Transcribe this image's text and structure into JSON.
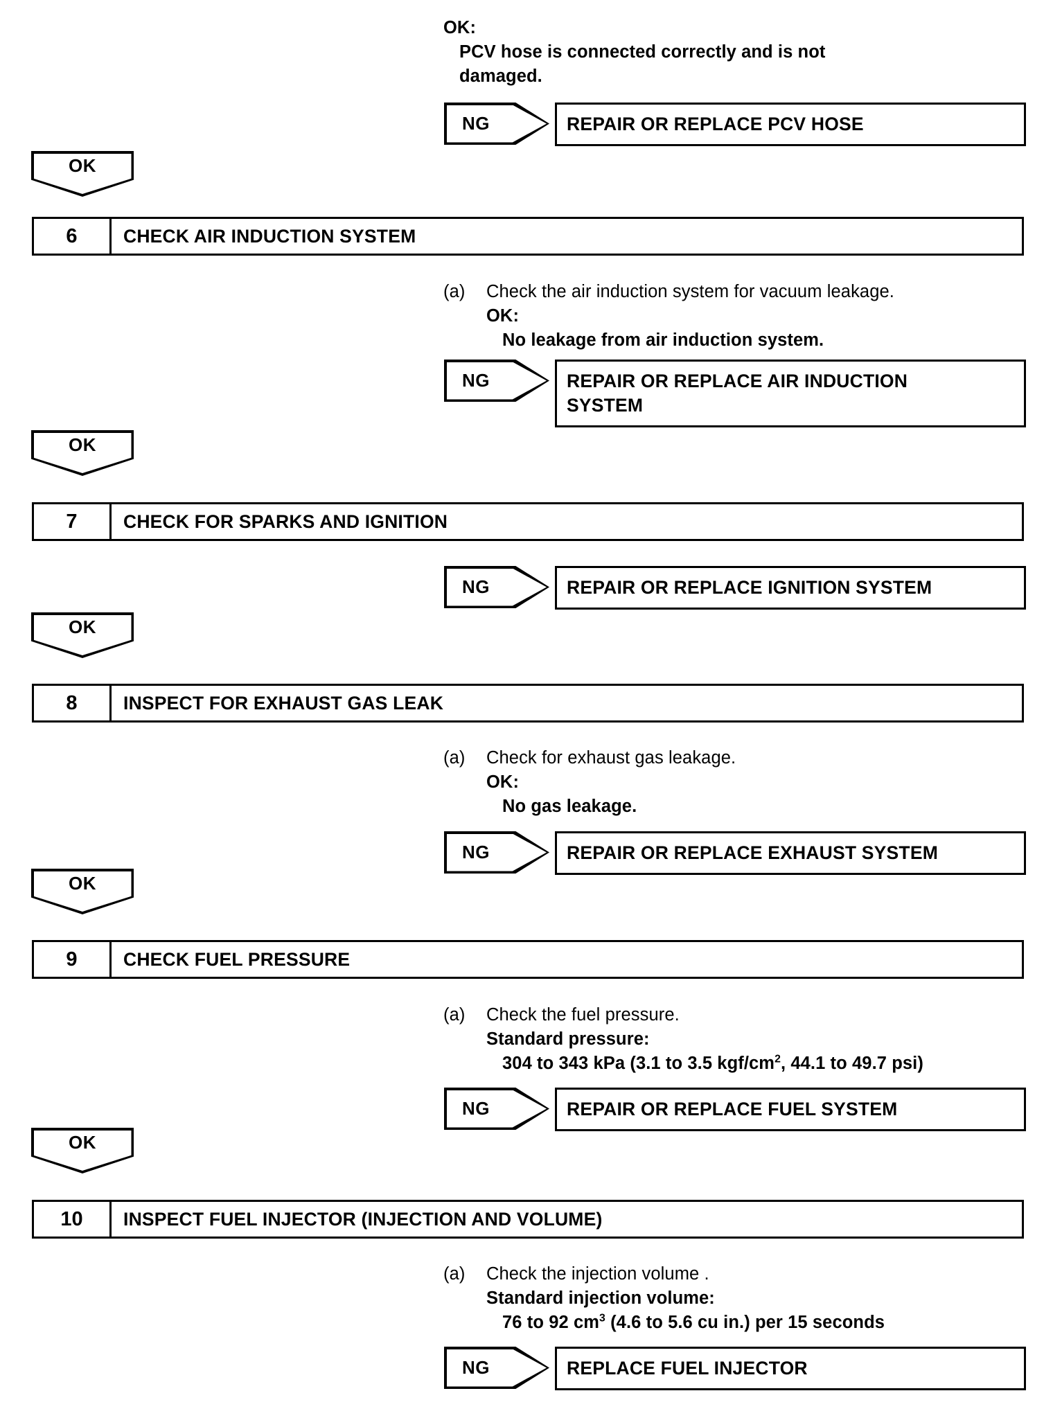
{
  "document": {
    "type": "troubleshooting-flowchart",
    "title": "Engine Diagnostic Troubleshooting Steps 6-10"
  },
  "labels": {
    "ok": "OK",
    "ng": "NG",
    "ok_colon": "OK:",
    "item_marker": "(a)"
  },
  "top_block": {
    "ok_label": "OK:",
    "condition_lines": [
      "PCV hose is connected correctly and is not",
      "damaged."
    ],
    "ng_result": [
      "REPAIR OR REPLACE PCV HOSE"
    ]
  },
  "steps": [
    {
      "number": "6",
      "title": "CHECK AIR INDUCTION SYSTEM",
      "item_marker": "(a)",
      "item_text": "Check the air induction system for vacuum leakage.",
      "ok_label": "OK:",
      "condition_lines": [
        "No leakage from air induction system."
      ],
      "ng_result": [
        "REPAIR OR REPLACE AIR INDUCTION",
        "SYSTEM"
      ]
    },
    {
      "number": "7",
      "title": "CHECK FOR SPARKS AND IGNITION",
      "item_marker": "",
      "item_text": "",
      "ok_label": "",
      "condition_lines": [],
      "ng_result": [
        "REPAIR OR REPLACE IGNITION SYSTEM"
      ]
    },
    {
      "number": "8",
      "title": "INSPECT FOR EXHAUST GAS LEAK",
      "item_marker": "(a)",
      "item_text": "Check for exhaust gas leakage.",
      "ok_label": "OK:",
      "condition_lines": [
        "No gas leakage."
      ],
      "ng_result": [
        "REPAIR OR REPLACE EXHAUST SYSTEM"
      ]
    },
    {
      "number": "9",
      "title": "CHECK FUEL PRESSURE",
      "item_marker": "(a)",
      "item_text": "Check the fuel pressure.",
      "spec_label": "Standard pressure:",
      "spec_value_pre": "304 to 343 kPa (3.1 to 3.5 kgf/cm",
      "spec_value_sup": "2",
      "spec_value_post": ", 44.1 to 49.7 psi)",
      "ng_result": [
        "REPAIR OR REPLACE FUEL SYSTEM"
      ]
    },
    {
      "number": "10",
      "title": "INSPECT FUEL INJECTOR (INJECTION AND VOLUME)",
      "item_marker": "(a)",
      "item_text": "Check the injection volume .",
      "spec_label": "Standard injection volume:",
      "spec_value_pre": "76 to 92 cm",
      "spec_value_sup": "3",
      "spec_value_post": " (4.6 to 5.6 cu in.) per 15 seconds",
      "ng_result": [
        "REPLACE FUEL INJECTOR"
      ]
    }
  ],
  "colors": {
    "ink": "#000000",
    "paper": "#ffffff"
  }
}
